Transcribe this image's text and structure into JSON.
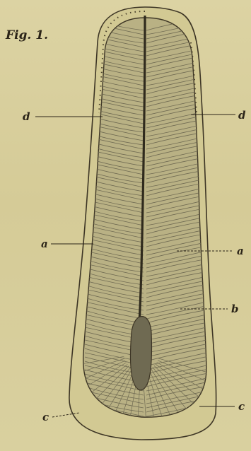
{
  "figure": {
    "title": "Fig. 1."
  },
  "labels": {
    "d_left": "d",
    "d_right": "d",
    "a_left": "a",
    "a_right": "a",
    "b": "b",
    "c_left": "c",
    "c_right": "c"
  },
  "colors": {
    "paper": "#d8cf9c",
    "ink": "#2b2418",
    "tissue": "#b9b184",
    "stripe": "#6f6a52"
  }
}
